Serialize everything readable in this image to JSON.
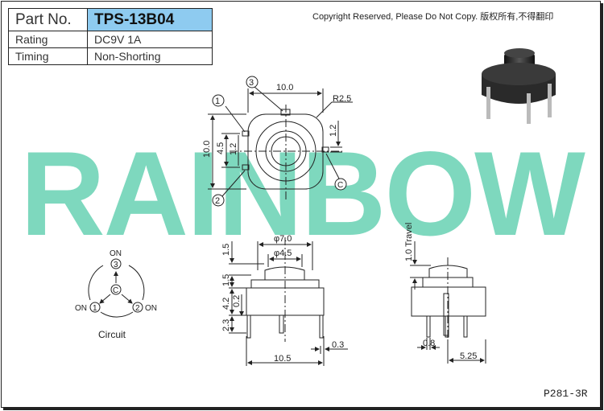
{
  "spec": {
    "part_label": "Part No.",
    "part_number": "TPS-13B04",
    "rating_label": "Rating",
    "rating_value": "DC9V 1A",
    "timing_label": "Timing",
    "timing_value": "Non-Shorting"
  },
  "copyright": "Copyright Reserved, Please Do Not Copy. 版权所有,不得翻印",
  "watermark": "RAINBOW",
  "doc_code": "P281-3R",
  "top_view": {
    "dim_width": "10.0",
    "dim_height": "10.0",
    "dim_radius": "R2.5",
    "dim_spacing": "4.5",
    "dim_tab_left": "1.2",
    "dim_tab_right": "1.2",
    "terminal_1": "1",
    "terminal_2": "2",
    "terminal_3": "3",
    "terminal_c": "C"
  },
  "circuit": {
    "label": "Circuit",
    "on_top": "ON",
    "on_left": "ON",
    "on_right": "ON",
    "t1": "1",
    "t2": "2",
    "t3": "3",
    "tc": "C"
  },
  "front_view": {
    "dim_d7": "φ7.0",
    "dim_d45": "φ4.5",
    "dim_15a": "1.5",
    "dim_15b": "1.5",
    "dim_42": "4.2",
    "dim_02": "0.2",
    "dim_23": "2.3",
    "dim_105": "10.5",
    "dim_03": "0.3"
  },
  "side_view": {
    "dim_travel": "1.0 Travel",
    "dim_08": "0.8",
    "dim_525": "5.25"
  }
}
